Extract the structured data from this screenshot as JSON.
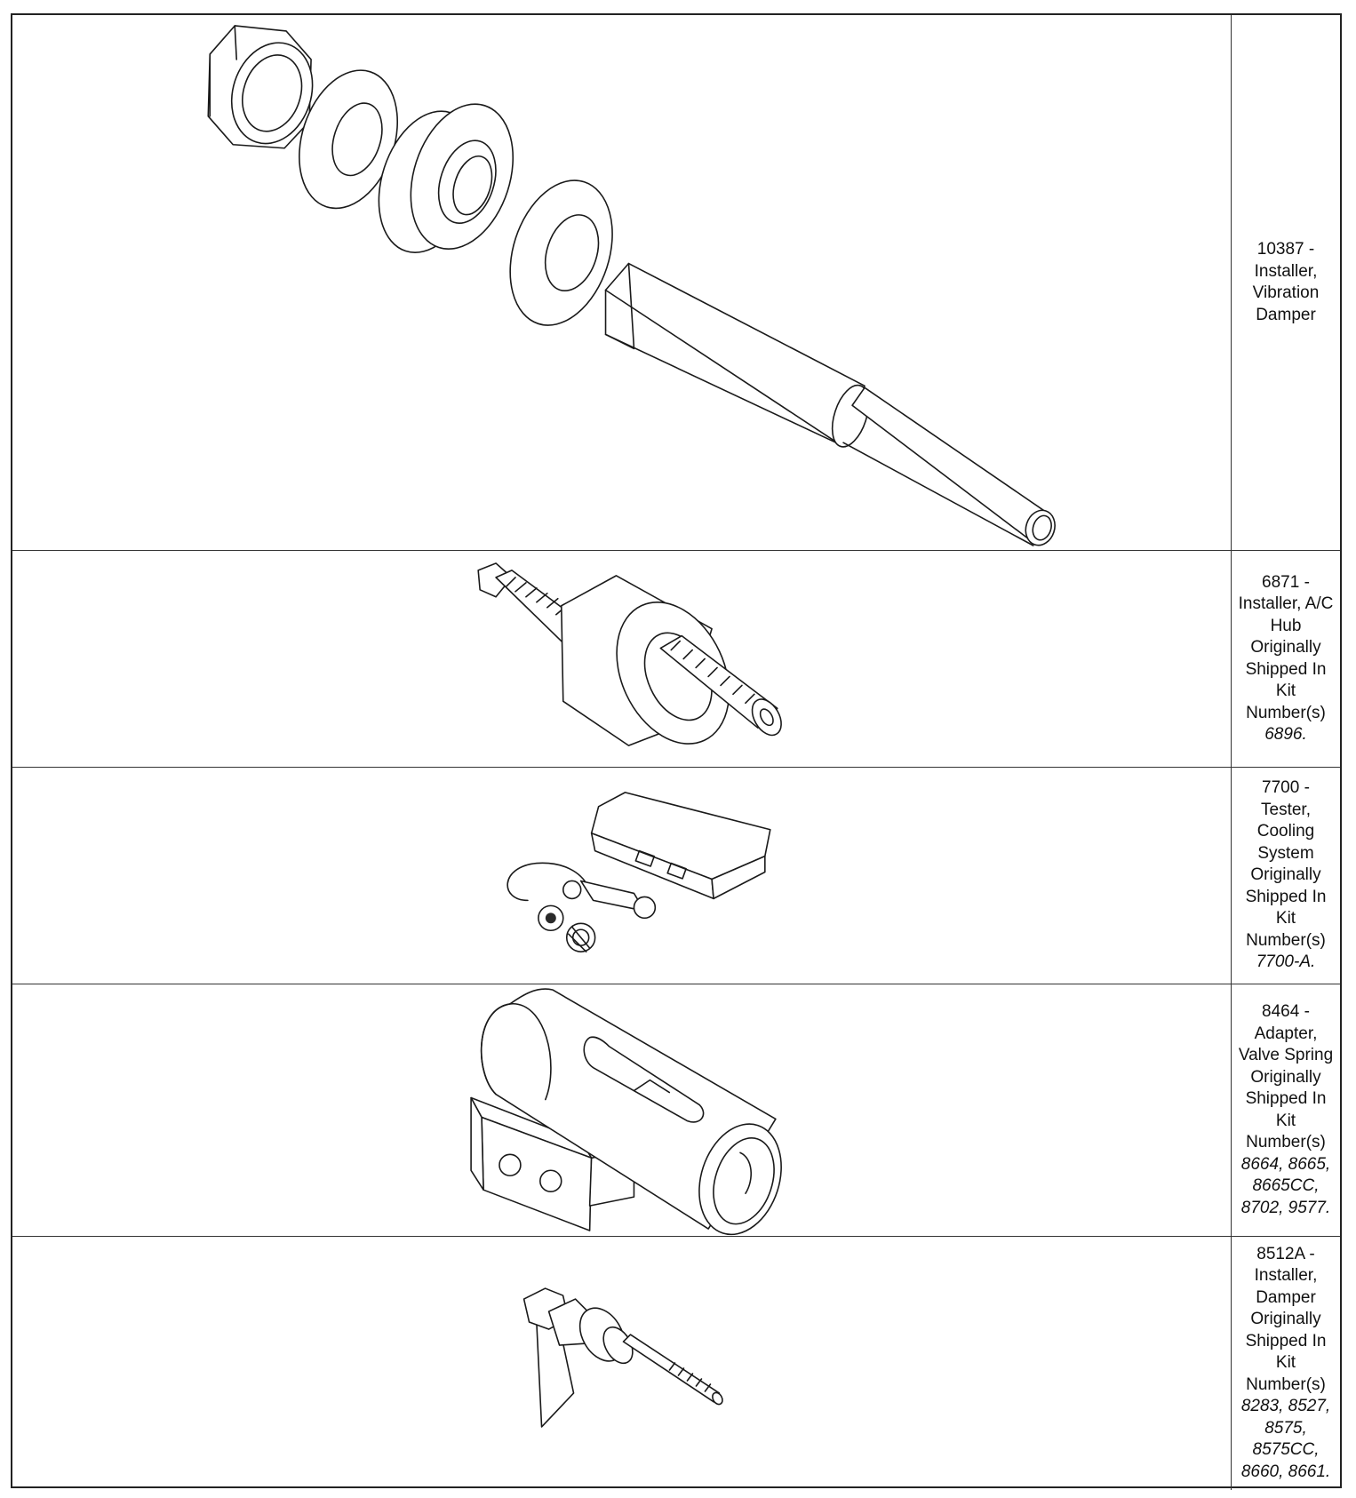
{
  "tools": [
    {
      "number": "10387 -",
      "description_lines": [
        "Installer,",
        "Vibration",
        "Damper"
      ],
      "kit_lines": []
    },
    {
      "number": "6871 -",
      "description_lines": [
        "Installer, A/C",
        "Hub",
        "Originally",
        "Shipped In",
        "Kit",
        "Number(s)"
      ],
      "kit_lines": [
        "6896."
      ]
    },
    {
      "number": "7700 -",
      "description_lines": [
        "Tester,",
        "Cooling",
        "System",
        "Originally",
        "Shipped In",
        "Kit",
        "Number(s)"
      ],
      "kit_lines": [
        "7700-A."
      ]
    },
    {
      "number": "8464 -",
      "description_lines": [
        "Adapter,",
        "Valve Spring",
        "Originally",
        "Shipped In",
        "Kit",
        "Number(s)"
      ],
      "kit_lines": [
        "8664, 8665,",
        "8665CC,",
        "8702, 9577."
      ]
    },
    {
      "number": "8512A -",
      "description_lines": [
        "Installer,",
        "Damper",
        "Originally",
        "Shipped In",
        "Kit",
        "Number(s)"
      ],
      "kit_lines": [
        "8283, 8527,",
        "8575,",
        "8575CC,",
        "8660, 8661."
      ]
    }
  ]
}
